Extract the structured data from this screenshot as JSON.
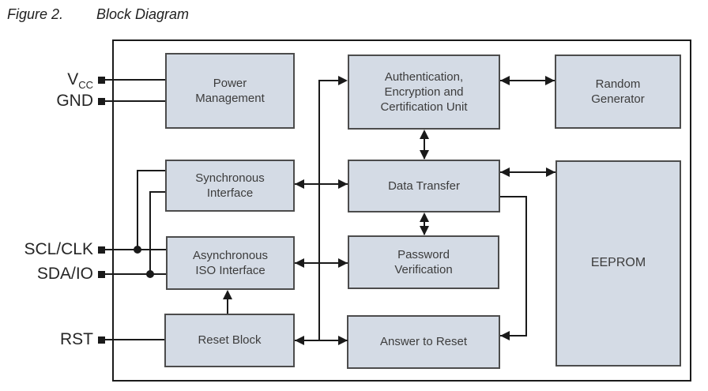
{
  "figure": {
    "label": "Figure 2.",
    "title": "Block Diagram"
  },
  "pins": [
    {
      "id": "vcc",
      "label": "V",
      "sub": "CC"
    },
    {
      "id": "gnd",
      "label": "GND"
    },
    {
      "id": "scl",
      "label": "SCL/CLK"
    },
    {
      "id": "sda",
      "label": "SDA/IO"
    },
    {
      "id": "rst",
      "label": "RST"
    }
  ],
  "blocks": {
    "power_management": {
      "lines": [
        "Power",
        "Management"
      ]
    },
    "authentication": {
      "lines": [
        "Authentication,",
        "Encryption and",
        "Certification Unit"
      ]
    },
    "random_generator": {
      "lines": [
        "Random",
        "Generator"
      ]
    },
    "synchronous": {
      "lines": [
        "Synchronous",
        "Interface"
      ]
    },
    "data_transfer": {
      "lines": [
        "Data Transfer"
      ]
    },
    "asynchronous": {
      "lines": [
        "Asynchronous",
        "ISO Interface"
      ]
    },
    "password": {
      "lines": [
        "Password",
        "Verification"
      ]
    },
    "reset_block": {
      "lines": [
        "Reset Block"
      ]
    },
    "answer_to_reset": {
      "lines": [
        "Answer to Reset"
      ]
    },
    "eeprom": {
      "lines": [
        "EEPROM"
      ]
    }
  },
  "connections": [
    {
      "from": "VCC pin",
      "to": "Power Management",
      "type": "line"
    },
    {
      "from": "GND pin",
      "to": "Power Management",
      "type": "line"
    },
    {
      "from": "SCL/CLK pin",
      "to": "Asynchronous ISO Interface",
      "type": "line"
    },
    {
      "from": "SCL/CLK pin",
      "to": "Synchronous Interface",
      "type": "branch-line"
    },
    {
      "from": "SDA/IO pin",
      "to": "Asynchronous ISO Interface",
      "type": "line"
    },
    {
      "from": "SDA/IO pin",
      "to": "Synchronous Interface",
      "type": "branch-line"
    },
    {
      "from": "RST pin",
      "to": "Reset Block",
      "type": "line"
    },
    {
      "from": "Synchronous Interface",
      "to": "Data Transfer",
      "type": "bidirectional-arrow"
    },
    {
      "from": "Asynchronous ISO Interface",
      "to": "Password Verification",
      "type": "bidirectional-arrow"
    },
    {
      "from": "Reset Block",
      "to": "Answer to Reset",
      "type": "bidirectional-arrow"
    },
    {
      "from": "Reset Block / Answer to Reset line",
      "to": "Authentication, Encryption and Certification Unit",
      "type": "arrow"
    },
    {
      "from": "Reset Block",
      "to": "Asynchronous ISO Interface",
      "type": "arrow"
    },
    {
      "from": "Authentication, Encryption and Certification Unit",
      "to": "Random Generator",
      "type": "bidirectional-arrow"
    },
    {
      "from": "Authentication, Encryption and Certification Unit",
      "to": "Data Transfer",
      "type": "bidirectional-arrow"
    },
    {
      "from": "Data Transfer",
      "to": "Password Verification",
      "type": "bidirectional-arrow"
    },
    {
      "from": "Data Transfer",
      "to": "EEPROM",
      "type": "bidirectional-arrow"
    },
    {
      "from": "Data Transfer",
      "to": "Answer to Reset",
      "type": "arrow"
    }
  ],
  "colors": {
    "block_fill": "#d4dbe5",
    "block_border": "#4c4c4c",
    "wire": "#1a1a1a",
    "background": "#ffffff"
  }
}
